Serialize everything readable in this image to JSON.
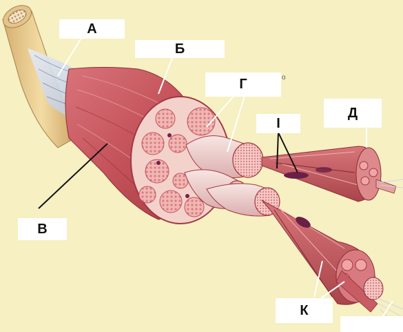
{
  "diagram": {
    "labels": {
      "a": "А",
      "b": "Б",
      "v": "В",
      "g": "Г",
      "i": "І",
      "d": "Д",
      "k": "К",
      "blank": ""
    },
    "corner_mark": "o"
  },
  "colors": {
    "background": "#f6f0c2",
    "muscle": "#c8585a",
    "muscle_dark": "#9e3038",
    "fiber_fill": "#f4d2cc",
    "bone": "#e9c98a",
    "tendon": "#cfd6e6",
    "nucleus": "#6a1f47"
  }
}
